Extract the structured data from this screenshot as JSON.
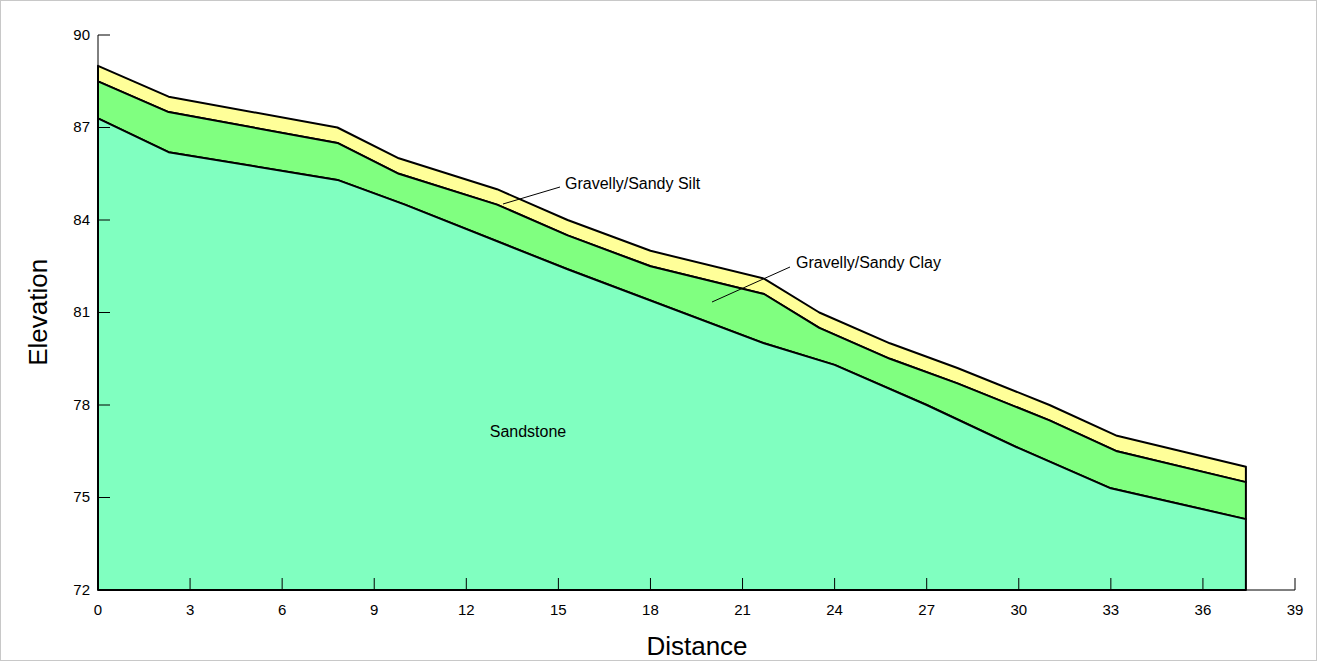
{
  "diagram": {
    "labels": [
      "90",
      "87",
      "84",
      "81",
      "78",
      "75",
      "72",
      "0",
      "3",
      "6",
      "9",
      "12",
      "15",
      "18",
      "21",
      "24",
      "27",
      "30",
      "33",
      "36",
      "39",
      "Elevation",
      "Distance",
      "Gravelly/Sandy Silt",
      "Gravelly/Sandy Clay",
      "Sandstone"
    ]
  }
}
